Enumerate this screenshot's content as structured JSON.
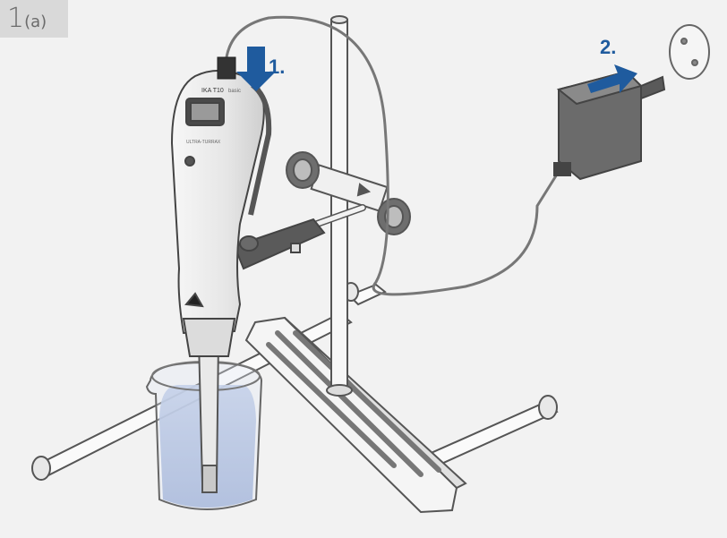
{
  "figure": {
    "number": "1",
    "sub": "(a)"
  },
  "steps": {
    "step1": "1.",
    "step2": "2."
  },
  "device": {
    "brand": "IKA T10",
    "model": "basic",
    "product": "ULTRA-TURRAX"
  },
  "colors": {
    "arrow": "#1f5b9e",
    "liquid": "#9fb2d6",
    "background": "#f2f2f2",
    "tag": "#d9d9d9"
  }
}
